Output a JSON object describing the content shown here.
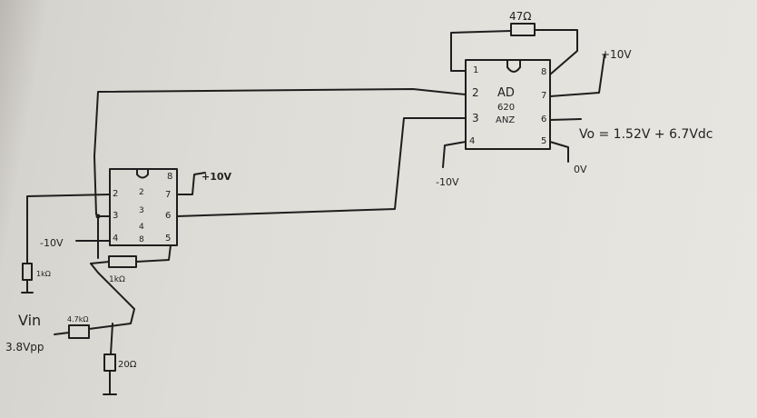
{
  "amp_ad620": {
    "line1": "AD",
    "line2": "620",
    "line3": "ANZ",
    "pins": [
      "1",
      "2",
      "3",
      "4",
      "5",
      "6",
      "7",
      "8"
    ],
    "gain_resistor": "47Ω",
    "supply_pos": "+10V",
    "supply_neg": "-10V",
    "ref": "0V",
    "output": "Vo = 1.52V + 6.7Vdc"
  },
  "opamp": {
    "center_pins": [
      "2",
      "3",
      "4",
      "8"
    ],
    "pins": [
      "2",
      "3",
      "4",
      "8",
      "7",
      "6",
      "5"
    ],
    "supply_pos": "+10V",
    "supply_neg": "-10V"
  },
  "resistors": {
    "feedback": "1kΩ",
    "left": "1kΩ",
    "input_series": "4.7kΩ",
    "bottom": "20Ω"
  },
  "input": {
    "label": "Vin",
    "amplitude": "3.8Vpp"
  }
}
